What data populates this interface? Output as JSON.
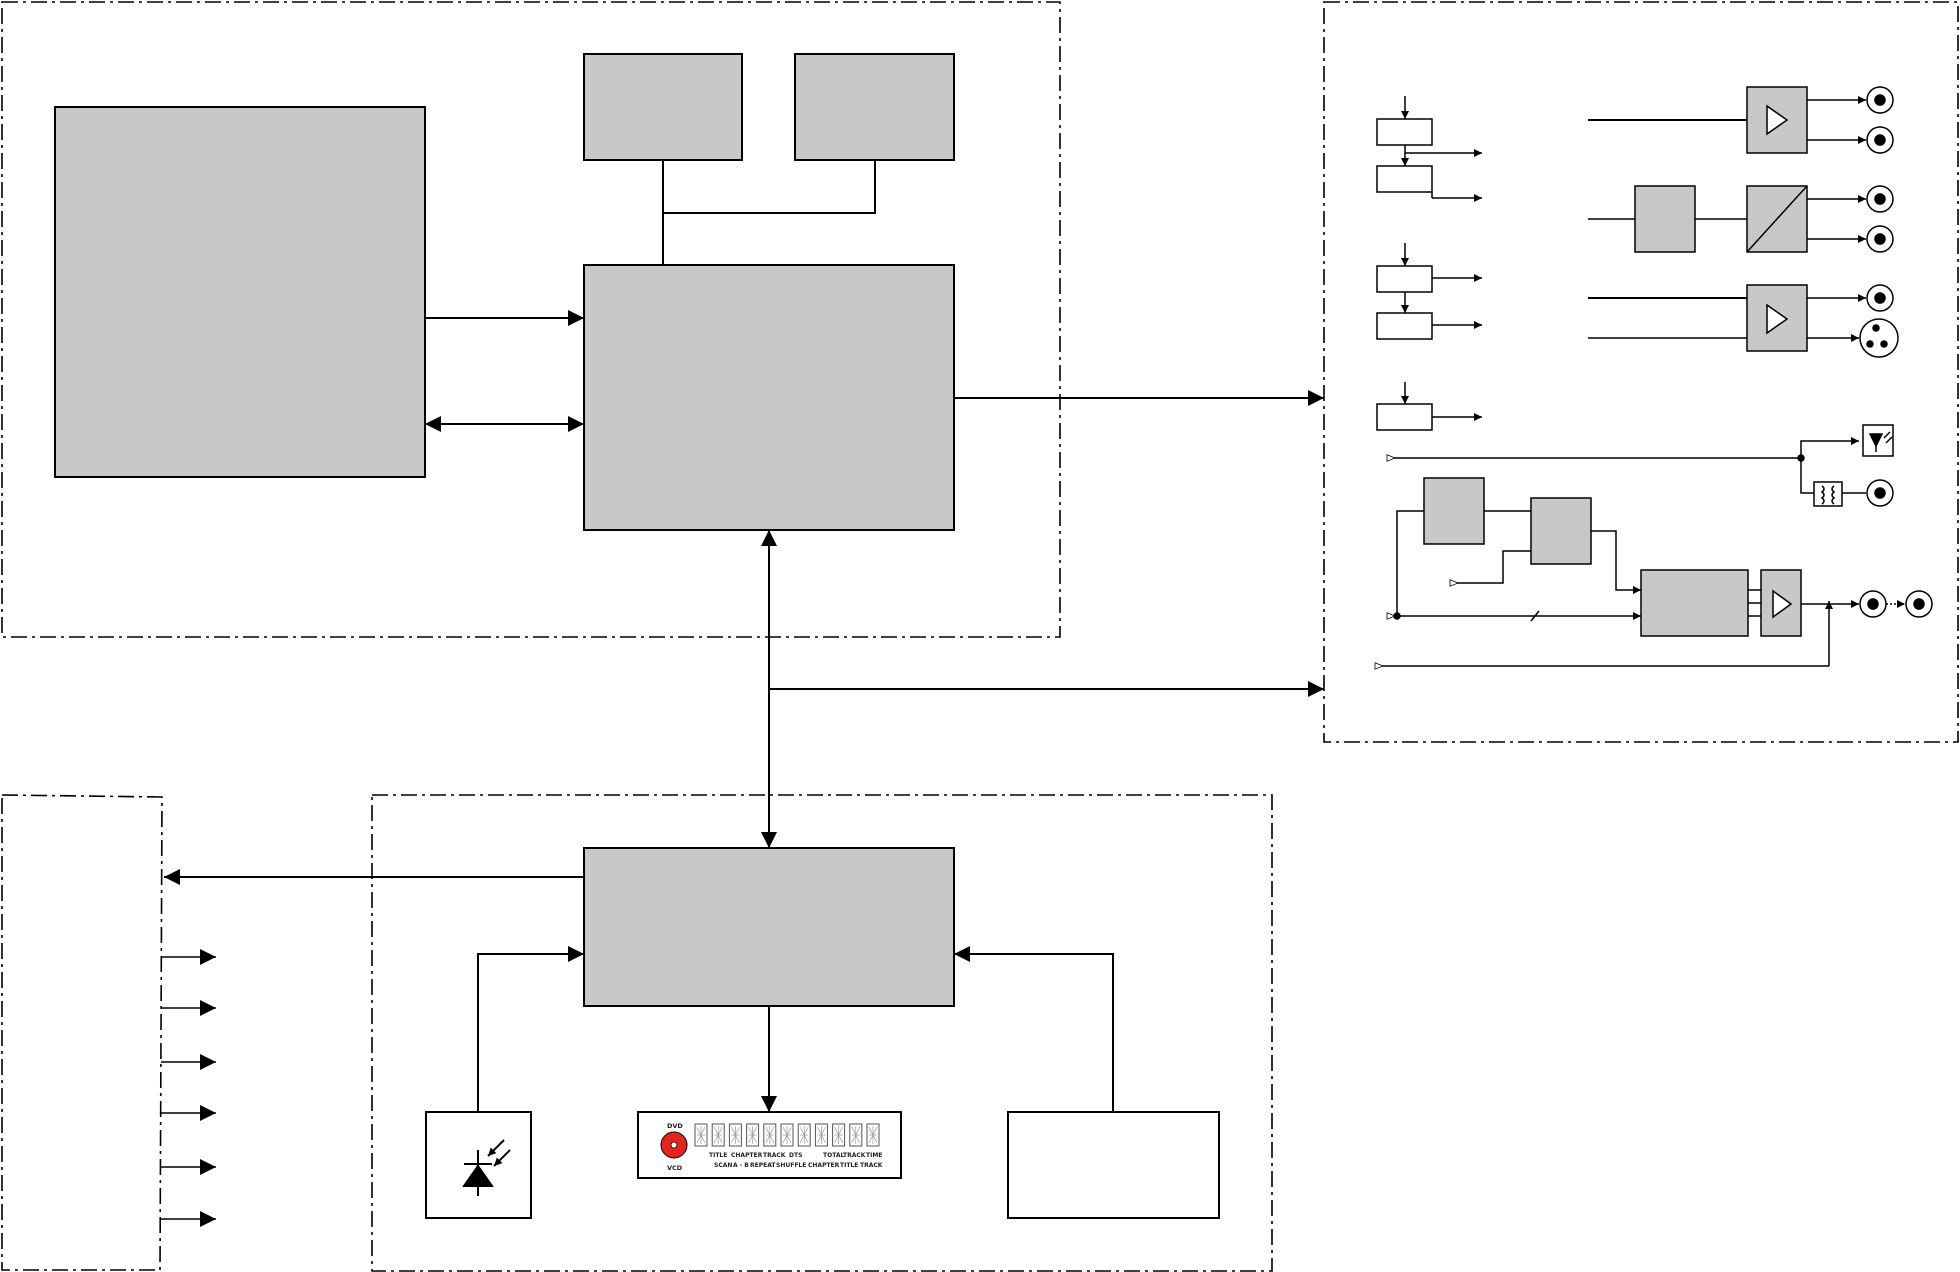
{
  "diagram": {
    "colors": {
      "block_fill": "#c8c8c8",
      "line": "#000000",
      "background": "#ffffff",
      "disc_logo": "#e8231c"
    },
    "vfd": {
      "logo_top": "DVD",
      "logo_bottom": "VCD",
      "row1_labels": [
        "TITLE",
        "CHAPTER",
        "TRACK",
        "DTS",
        "TOTAL",
        "TRACK",
        "TIME"
      ],
      "row2_labels": [
        "SCAN",
        "A - B",
        "REPEAT",
        "SHUFFLE",
        "CHAPTER",
        "TITLE",
        "TRACK"
      ]
    },
    "icons": [
      "ir-receiver-photodiode-icon",
      "amplifier-triangle-icon",
      "dac-converter-icon",
      "rca-jack-icon",
      "din-connector-icon",
      "optical-transmitter-icon",
      "transformer-icon"
    ]
  }
}
